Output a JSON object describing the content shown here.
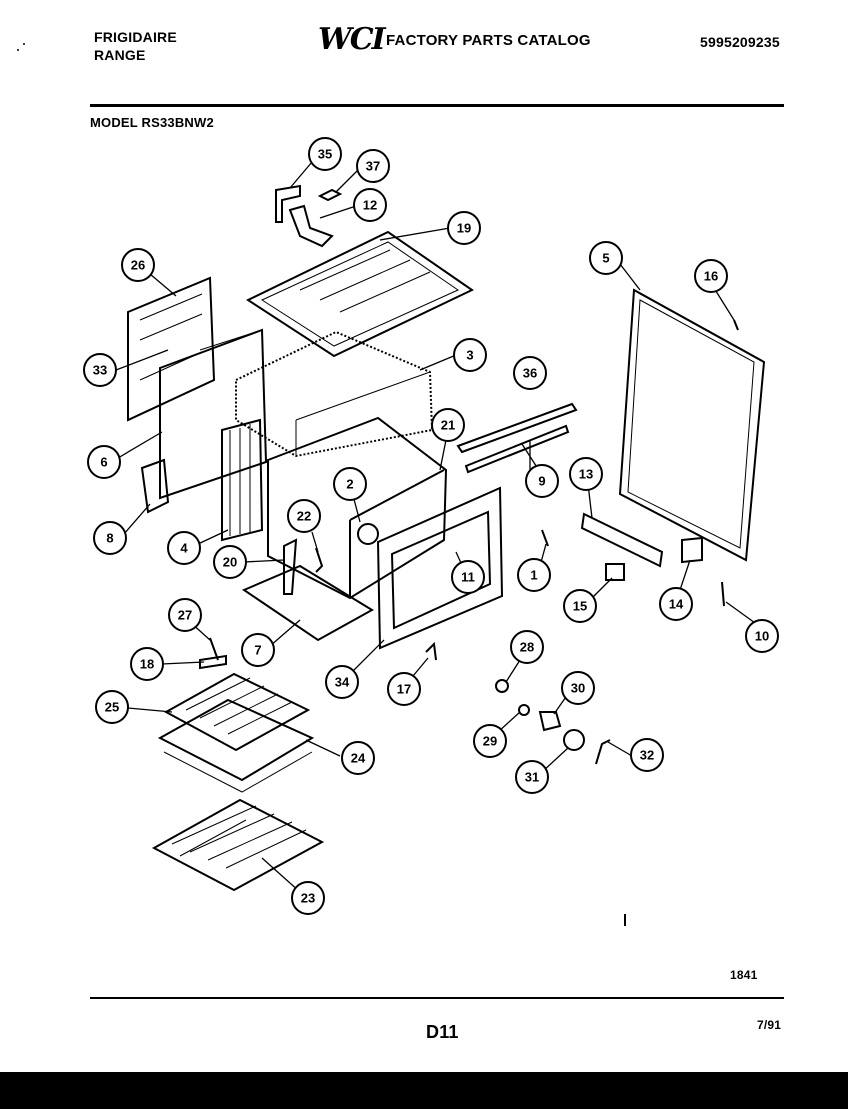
{
  "header": {
    "brand_line1": "FRIGIDAIRE",
    "brand_line2": "RANGE",
    "logo_text": "WCI",
    "catalog_title": "FACTORY PARTS CATALOG",
    "part_number": "5995209235",
    "model_label": "MODEL RS33BNW2"
  },
  "footer": {
    "code": "1841",
    "page": "D11",
    "date": "7/91"
  },
  "callouts": {
    "n1": "1",
    "n2": "2",
    "n3": "3",
    "n4": "4",
    "n5": "5",
    "n6": "6",
    "n7": "7",
    "n8": "8",
    "n9": "9",
    "n10": "10",
    "n11": "11",
    "n12": "12",
    "n13": "13",
    "n14": "14",
    "n15": "15",
    "n16": "16",
    "n17": "17",
    "n18": "18",
    "n19": "19",
    "n20": "20",
    "n21": "21",
    "n22": "22",
    "n23": "23",
    "n24": "24",
    "n25": "25",
    "n26": "26",
    "n27": "27",
    "n28": "28",
    "n29": "29",
    "n30": "30",
    "n31": "31",
    "n32": "32",
    "n33": "33",
    "n34": "34",
    "n35": "35",
    "n36": "36",
    "n37": "37"
  }
}
